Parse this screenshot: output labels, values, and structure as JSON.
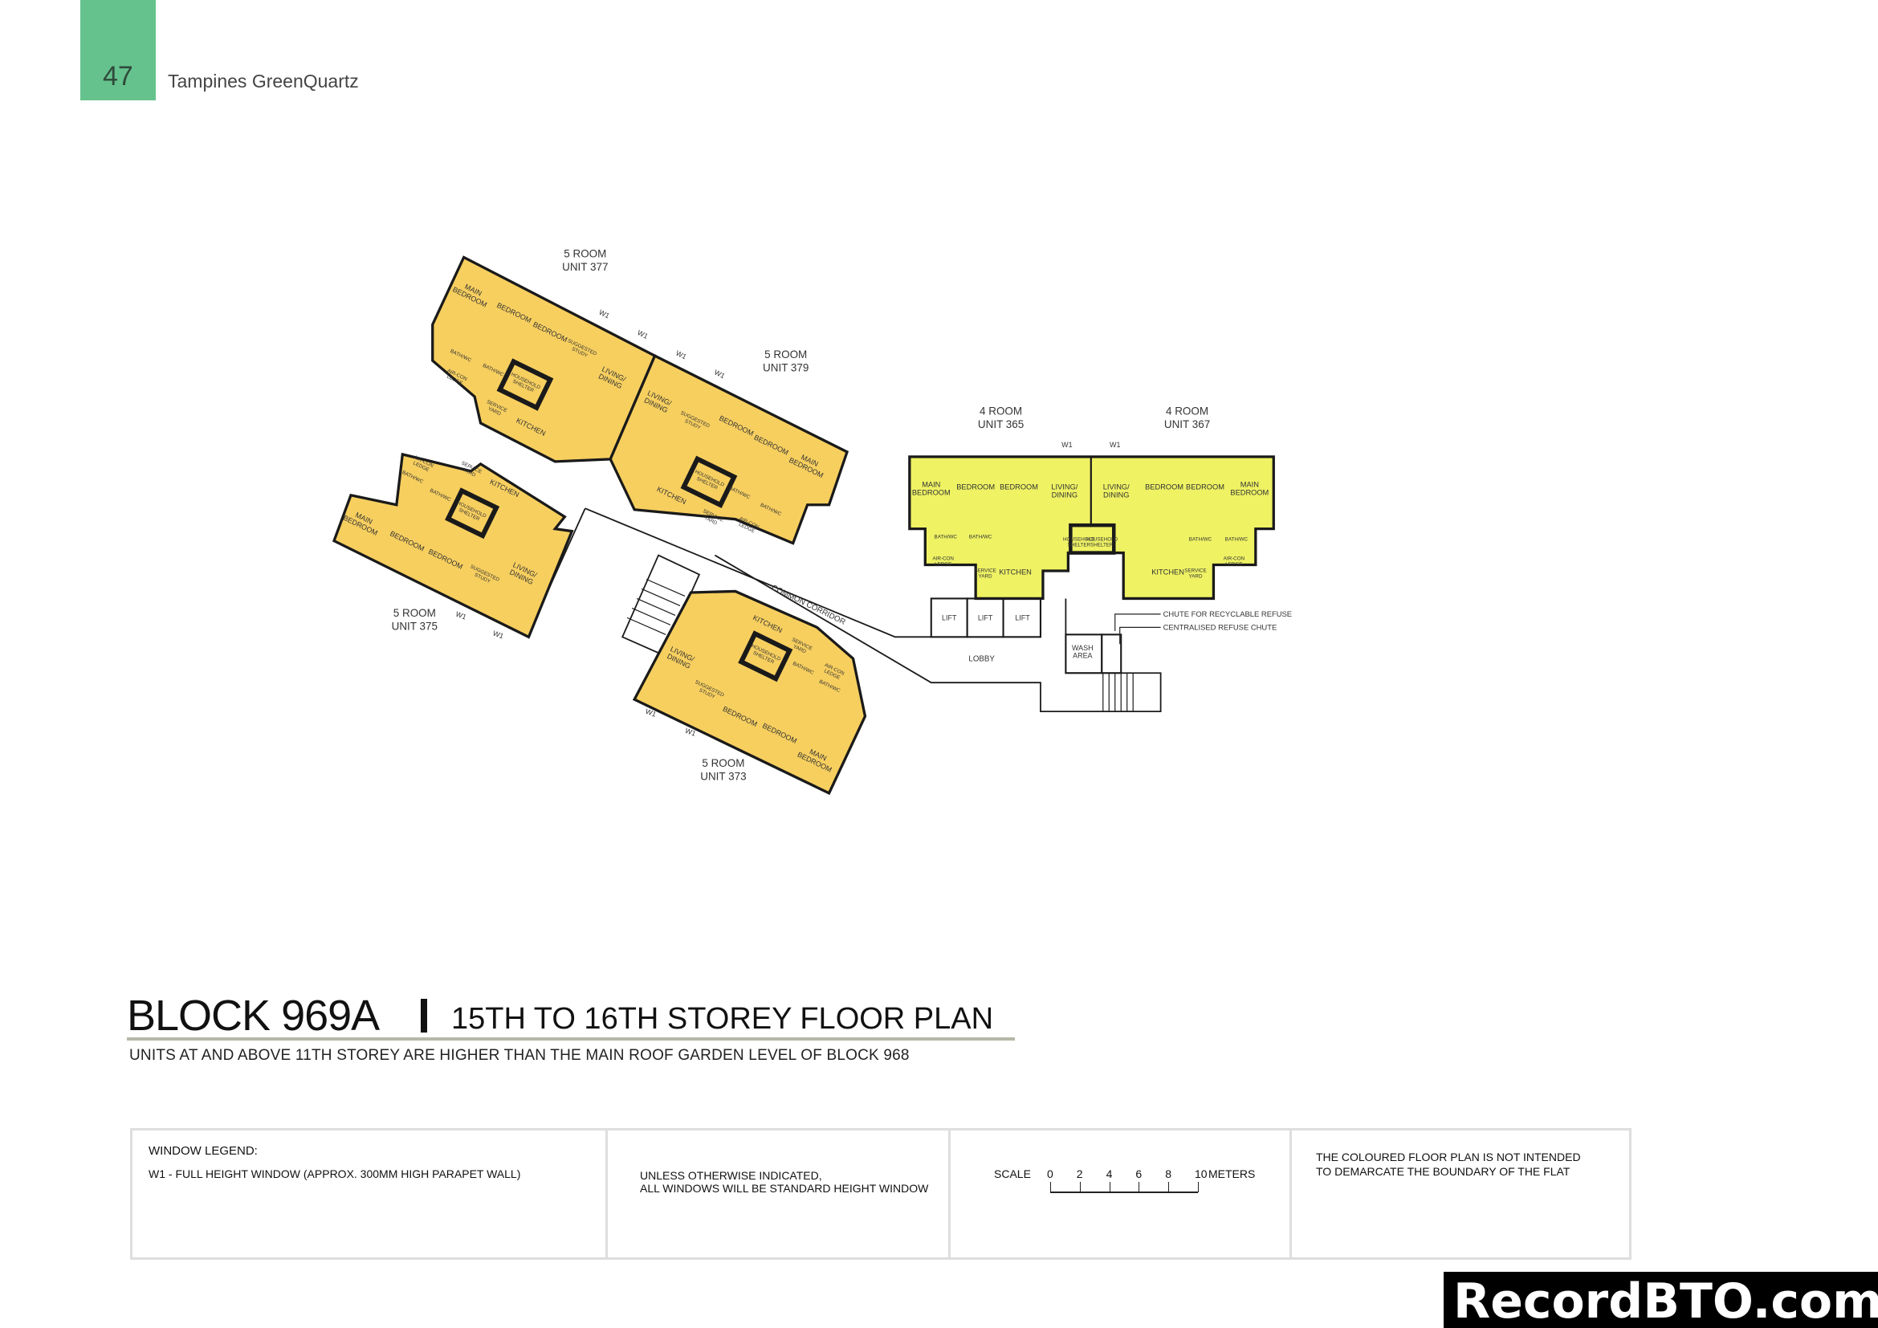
{
  "header": {
    "page_number": "47",
    "document_title": "Tampines GreenQuartz",
    "accent_color": "#66c28d"
  },
  "title": {
    "block": "BLOCK 969A",
    "plan": "15TH TO 16TH STOREY FLOOR PLAN",
    "note": "UNITS AT AND ABOVE 11TH STOREY ARE HIGHER THAN THE MAIN ROOF GARDEN LEVEL OF BLOCK 968"
  },
  "floorplan": {
    "colors": {
      "five_room": "#f7cf5f",
      "four_room": "#eef263",
      "wall": "#1a1a1a"
    },
    "units": [
      {
        "type": "5 ROOM",
        "unit": "UNIT 377",
        "rooms": [
          "MAIN BEDROOM",
          "BEDROOM",
          "BEDROOM",
          "SUGGESTED STUDY",
          "LIVING/ DINING",
          "BATH/WC",
          "BATH/WC",
          "AIR-CON LEDGE",
          "HOUSEHOLD SHELTER",
          "SERVICE YARD",
          "KITCHEN"
        ]
      },
      {
        "type": "5 ROOM",
        "unit": "UNIT 379",
        "rooms": [
          "LIVING/ DINING",
          "SUGGESTED STUDY",
          "BEDROOM",
          "BEDROOM",
          "MAIN BEDROOM",
          "KITCHEN",
          "HOUSEHOLD SHELTER",
          "SERVICE YARD",
          "BATH/WC",
          "BATH/WC",
          "AIR-CON LEDGE"
        ]
      },
      {
        "type": "5 ROOM",
        "unit": "UNIT 375",
        "rooms": [
          "MAIN BEDROOM",
          "BEDROOM",
          "BEDROOM",
          "SUGGESTED STUDY",
          "LIVING/ DINING",
          "BATH/WC",
          "BATH/WC",
          "AIR-CON LEDGE",
          "SERVICE YARD",
          "KITCHEN",
          "HOUSEHOLD SHELTER"
        ]
      },
      {
        "type": "5 ROOM",
        "unit": "UNIT 373",
        "rooms": [
          "KITCHEN",
          "SERVICE YARD",
          "HOUSEHOLD SHELTER",
          "LIVING/ DINING",
          "SUGGESTED STUDY",
          "BATH/WC",
          "BATH/WC",
          "AIR-CON LEDGE",
          "BEDROOM",
          "BEDROOM",
          "MAIN BEDROOM"
        ]
      },
      {
        "type": "4 ROOM",
        "unit": "UNIT 365",
        "rooms": [
          "MAIN BEDROOM",
          "BEDROOM",
          "BEDROOM",
          "LIVING/ DINING",
          "BATH/WC",
          "BATH/WC",
          "AIR-CON LEDGE",
          "SERVICE YARD",
          "KITCHEN",
          "HOUSEHOLD SHELTER"
        ]
      },
      {
        "type": "4 ROOM",
        "unit": "UNIT 367",
        "rooms": [
          "LIVING/ DINING",
          "BEDROOM",
          "BEDROOM",
          "MAIN BEDROOM",
          "BATH/WC",
          "BATH/WC",
          "AIR-CON LEDGE",
          "KITCHEN",
          "SERVICE YARD",
          "HOUSEHOLD SHELTER"
        ]
      }
    ],
    "window_tag": "W1",
    "common": {
      "corridor": "COMMON CORRIDOR",
      "lobby": "LOBBY",
      "lift": "LIFT",
      "wash_area": "WASH AREA",
      "chute_recyclable": "CHUTE FOR RECYCLABLE REFUSE",
      "chute_central": "CENTRALISED REFUSE CHUTE"
    }
  },
  "legend": {
    "window_heading": "WINDOW LEGEND:",
    "w1_desc": "W1 -  FULL HEIGHT WINDOW (APPROX. 300MM HIGH PARAPET WALL)",
    "standard_line1": "UNLESS OTHERWISE INDICATED,",
    "standard_line2": "ALL WINDOWS WILL BE STANDARD HEIGHT WINDOW",
    "scale_label": "SCALE",
    "scale_ticks": [
      "0",
      "2",
      "4",
      "6",
      "8",
      "10"
    ],
    "scale_unit": "METERS",
    "disclaimer_line1": "THE COLOURED FLOOR PLAN IS NOT INTENDED",
    "disclaimer_line2": "TO DEMARCATE THE BOUNDARY OF THE FLAT"
  },
  "watermark": "RecordBTO.com"
}
